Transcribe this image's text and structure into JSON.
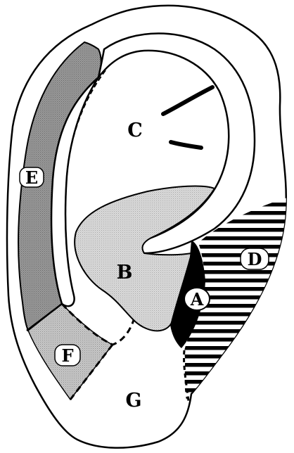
{
  "diagram": {
    "regions": [
      {
        "id": "A",
        "label": "A",
        "fill": "#000000",
        "boxed": true
      },
      {
        "id": "B",
        "label": "B",
        "fill": "#d4d4d4",
        "boxed": false
      },
      {
        "id": "C",
        "label": "C",
        "fill": "#ffffff",
        "boxed": false
      },
      {
        "id": "D",
        "label": "D",
        "fill": "striped",
        "boxed": true
      },
      {
        "id": "E",
        "label": "E",
        "fill": "#8c8c8c",
        "boxed": true
      },
      {
        "id": "F",
        "label": "F",
        "fill": "#c2c2c2",
        "boxed": true
      },
      {
        "id": "G",
        "label": "G",
        "fill": "#ffffff",
        "boxed": false
      }
    ]
  }
}
